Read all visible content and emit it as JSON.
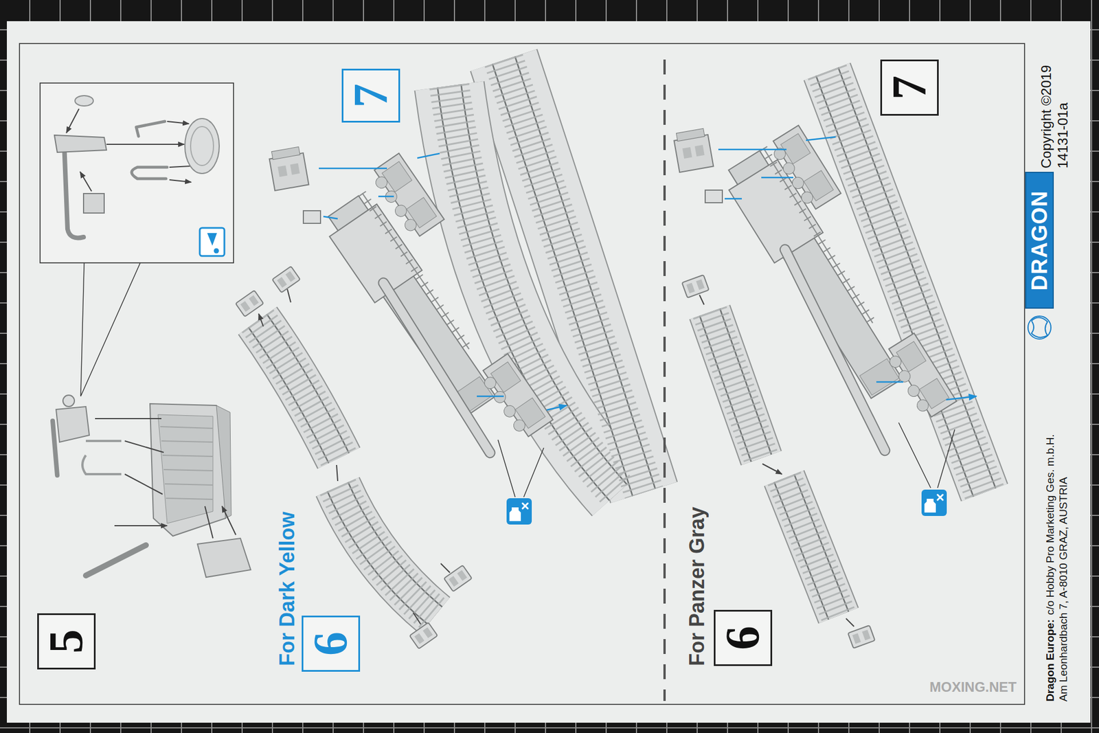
{
  "diagram": {
    "nodes": [
      {
        "text": [
          "5"
        ]
      },
      {
        "text": [
          "6"
        ]
      },
      {
        "text": [
          "7"
        ]
      },
      {
        "text": [
          "6"
        ]
      },
      {
        "text": [
          "7"
        ]
      },
      {
        "text": [
          "DRAGON"
        ]
      }
    ],
    "labels": [
      "For Dark Yellow",
      "For Panzer Gray",
      "Dragon Europe:",
      "c/o Hobby Pro Marketing Ges. m.b.H.",
      "Am Leonhardbach 7, A-8010 GRAZ, AUSTRIA",
      "Copyright ©2019",
      "14131-01a",
      "MOXING.NET"
    ]
  }
}
